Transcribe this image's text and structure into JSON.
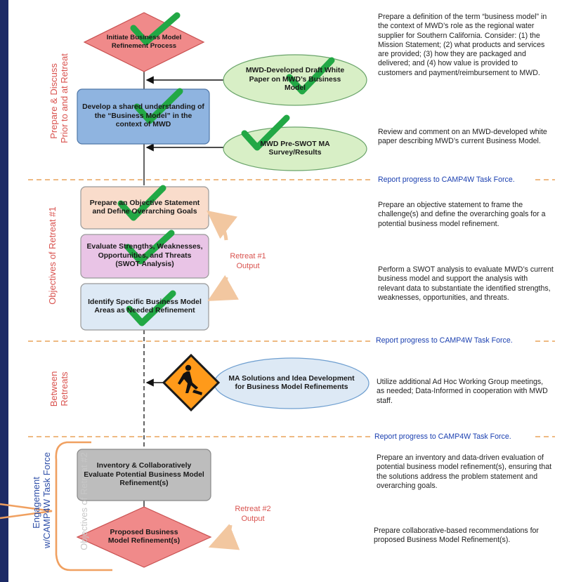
{
  "sections": {
    "prepare": "Prepare & Discuss\nPrior to and at Retreat",
    "retreat1": "Objectives of Retreat #1",
    "between": "Between\nRetreats",
    "engagement": "Engagement\nw/CAMP4W Task Force",
    "objectives2": "Objectives of Retreat #2"
  },
  "nodes": {
    "initiate": "Initiate Business Model Refinement Process",
    "develop": "Develop a shared understanding of the “Business Model” in the context of MWD",
    "mwd_draft": "MWD-Developed Draft White Paper on MWD’s Business Model",
    "swot_survey": "MWD Pre-SWOT MA Survey/Results",
    "objective": "Prepare an Objective Statement and Define Overarching Goals",
    "evaluate": "Evaluate Strengths, Weaknesses, Opportunities, and Threats (SWOT Analysis)",
    "identify": "Identify Specific Business Model Areas as Needed Refinement",
    "ma_solutions": "MA Solutions and Idea Development for Business Model Refinements",
    "inventory": "Inventory & Collaboratively Evaluate Potential Business Model Refinement(s)",
    "proposed": "Proposed Business Model Refinement(s)"
  },
  "outputs": {
    "retreat1": "Retreat #1\nOutput",
    "retreat2": "Retreat #2\nOutput"
  },
  "descriptions": {
    "d1": "Prepare a definition of the term “business model” in the context of MWD’s role as the regional water supplier for Southern California.  Consider: (1) the Mission Statement; (2) what products and services are provided; (3) how they are packaged and delivered; and (4) how value is provided to customers and payment/reimbursement to MWD.",
    "d2": "Review and comment on an MWD-developed white paper describing MWD’s current Business Model.",
    "d3": "Prepare an objective statement to frame the challenge(s) and define the overarching goals for a potential business model refinement.",
    "d4": "Perform a SWOT analysis to evaluate MWD’s current business model and support the analysis with relevant data to substantiate the identified strengths, weaknesses, opportunities, and threats.",
    "d5": "Utilize additional Ad Hoc Working Group meetings, as needed; Data-Informed in cooperation with MWD staff.",
    "d6": "Prepare an inventory and data-driven evaluation of potential business model refinement(s), ensuring that the solutions address the problem statement and overarching goals.",
    "d7": "Prepare collaborative-based recommendations for proposed Business Model Refinement(s)."
  },
  "reports": {
    "r1": "Report progress to CAMP4W Task Force.",
    "r2": "Report progress to CAMP4W Task Force.",
    "r3": "Report progress to CAMP4W Task Force."
  },
  "colors": {
    "diamond_fill": "#f08a8a",
    "blue_box": "#8fb4e0",
    "green_ellipse": "#d8efc6",
    "peach_box": "#f9dccb",
    "pink_box": "#e9c4e6",
    "light_blue_box": "#dde9f5",
    "grey_box": "#bdbdbd",
    "check_green": "#22a845",
    "divider_orange": "#e8a45a",
    "bracket_orange": "#f0a060",
    "report_blue": "#1a3fb0",
    "section_red": "#d9534f",
    "section_blue": "#2f4fa8"
  },
  "icons": {
    "construction": "construction-sign-icon",
    "check": "check-mark-icon"
  }
}
